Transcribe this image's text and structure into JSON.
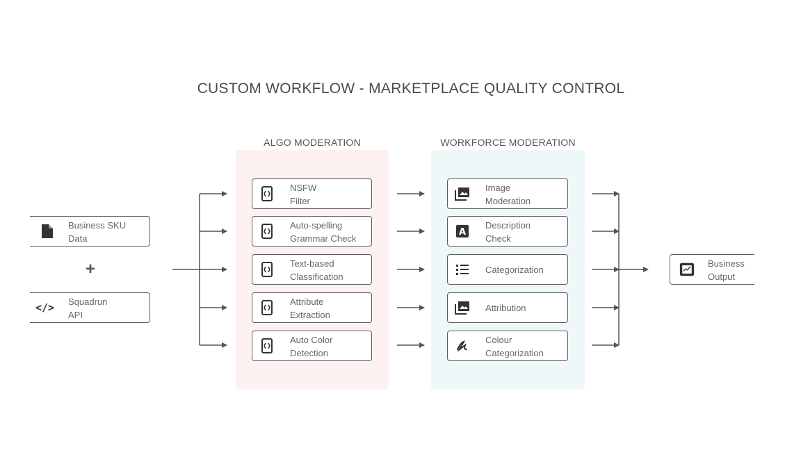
{
  "title": "CUSTOM WORKFLOW - MARKETPLACE QUALITY CONTROL",
  "sections": {
    "algo": "ALGO MODERATION",
    "workforce": "WORKFORCE MODERATION"
  },
  "inputs": [
    {
      "line1": "Business SKU",
      "line2": "Data",
      "icon": "document-icon"
    },
    {
      "line1": "Squadrun",
      "line2": "API",
      "icon": "code-icon"
    }
  ],
  "plus": "+",
  "algo_steps": [
    {
      "line1": "NSFW",
      "line2": "Filter",
      "icon": "algorithm-icon"
    },
    {
      "line1": "Auto-spelling",
      "line2": "Grammar Check",
      "icon": "algorithm-icon"
    },
    {
      "line1": "Text-based",
      "line2": "Classification",
      "icon": "algorithm-icon"
    },
    {
      "line1": "Attribute",
      "line2": "Extraction",
      "icon": "algorithm-icon"
    },
    {
      "line1": "Auto Color",
      "line2": "Detection",
      "icon": "algorithm-icon"
    }
  ],
  "workforce_steps": [
    {
      "line1": "Image",
      "line2": "Moderation",
      "icon": "image-icon"
    },
    {
      "line1": "Description",
      "line2": "Check",
      "icon": "text-icon"
    },
    {
      "line1": "Categorization",
      "line2": "",
      "icon": "list-icon"
    },
    {
      "line1": "Attribution",
      "line2": "",
      "icon": "image-icon"
    },
    {
      "line1": "Colour",
      "line2": "Categorization",
      "icon": "brush-icon"
    }
  ],
  "output": {
    "line1": "Business",
    "line2": "Output",
    "icon": "chart-icon"
  }
}
